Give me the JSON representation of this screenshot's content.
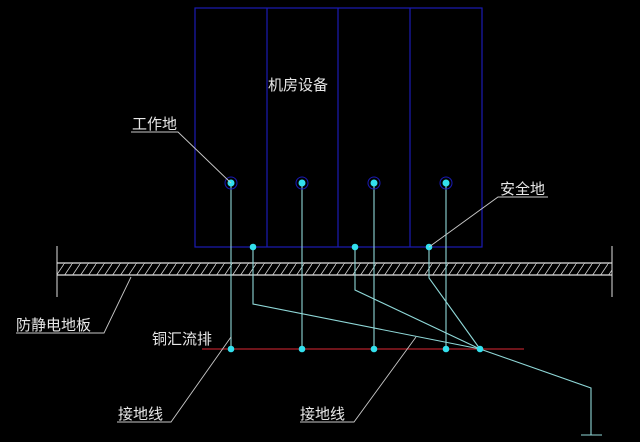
{
  "labels": {
    "equipment": "机房设备",
    "working_ground": "工作地",
    "safety_ground": "安全地",
    "antistatic_floor": "防静电地板",
    "copper_busbar": "铜汇流排",
    "ground_wire_1": "接地线",
    "ground_wire_2": "接地线"
  },
  "colors": {
    "cabinet": "#1a1ab4",
    "wire": "#8fd8d8",
    "node": "#33e0ee",
    "busbar": "#b0202a",
    "leader": "#c8c8c8"
  }
}
